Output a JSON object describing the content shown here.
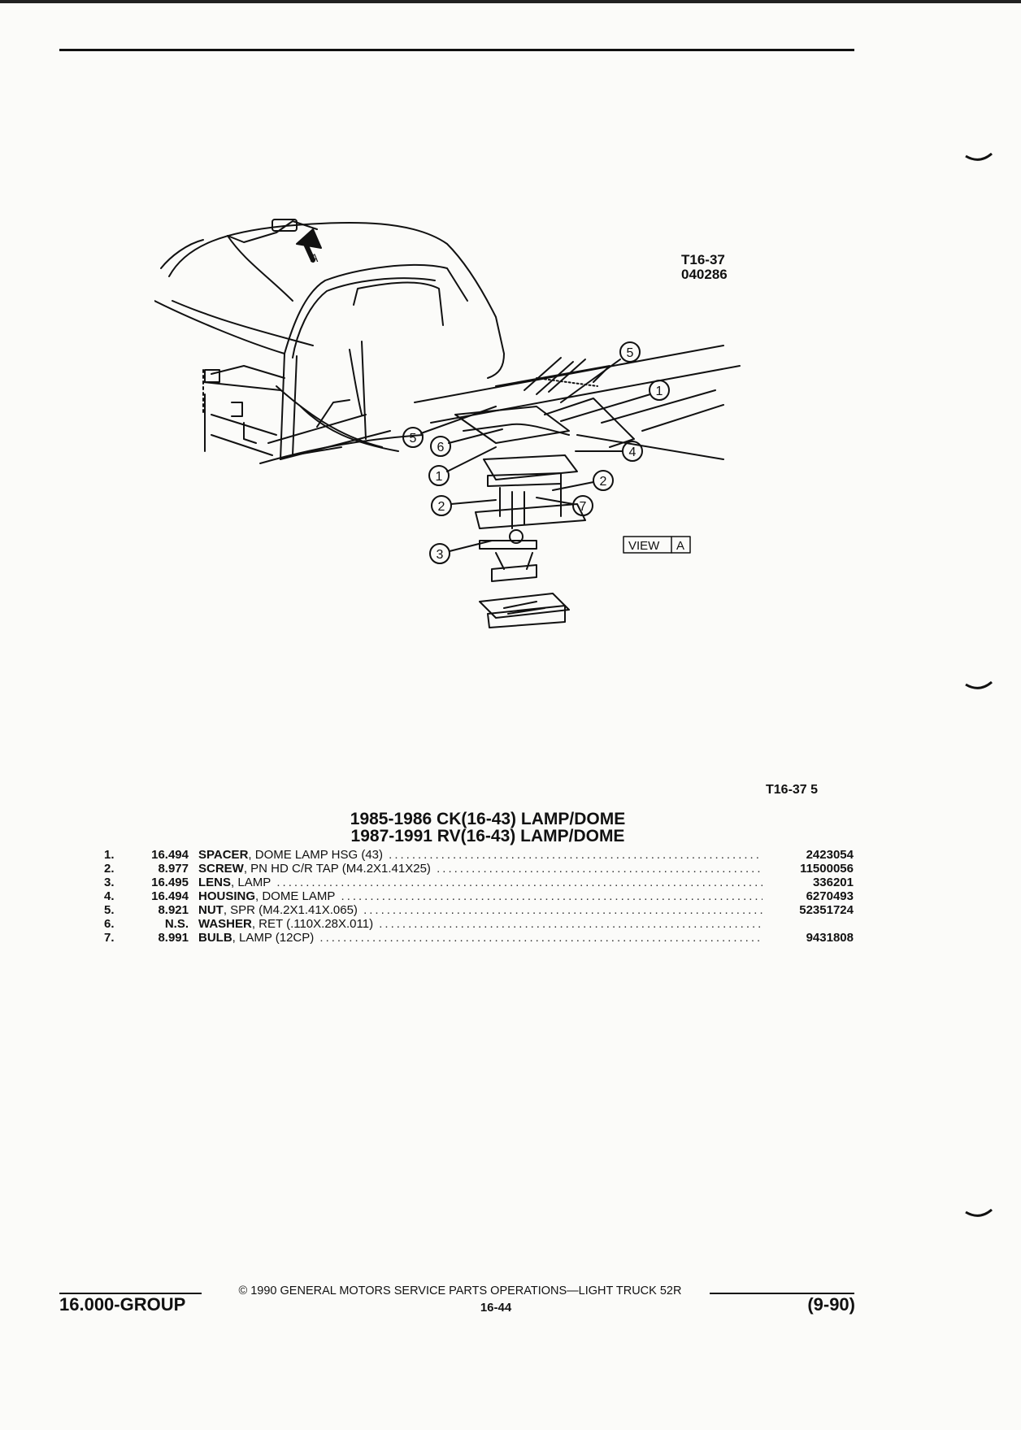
{
  "figure": {
    "code_line1": "T16-37",
    "code_line2": "040286",
    "view_label": "VIEW",
    "view_letter": "A",
    "arrow_letter": "A",
    "callouts": [
      "5",
      "1",
      "5",
      "6",
      "4",
      "1",
      "2",
      "2",
      "7",
      "3"
    ]
  },
  "right_ref": "T16-37  5",
  "titles": {
    "line1": "1985-1986 CK(16-43) LAMP/DOME",
    "line2": "1987-1991 RV(16-43) LAMP/DOME"
  },
  "parts": [
    {
      "num": "1.",
      "group": "16.494",
      "name": "SPACER",
      "spec": ", DOME LAMP HSG (43)",
      "part_no": "2423054"
    },
    {
      "num": "2.",
      "group": "8.977",
      "name": "SCREW",
      "spec": ", PN HD C/R TAP (M4.2X1.41X25)",
      "part_no": "11500056"
    },
    {
      "num": "3.",
      "group": "16.495",
      "name": "LENS",
      "spec": ", LAMP",
      "part_no": "336201"
    },
    {
      "num": "4.",
      "group": "16.494",
      "name": "HOUSING",
      "spec": ", DOME LAMP",
      "part_no": "6270493"
    },
    {
      "num": "5.",
      "group": "8.921",
      "name": "NUT",
      "spec": ", SPR (M4.2X1.41X.065)",
      "part_no": "52351724"
    },
    {
      "num": "6.",
      "group": "N.S.",
      "name": "WASHER",
      "spec": ", RET (.110X.28X.011)",
      "part_no": ""
    },
    {
      "num": "7.",
      "group": "8.991",
      "name": "BULB",
      "spec": ", LAMP (12CP)",
      "part_no": "9431808"
    }
  ],
  "footer": {
    "copyright": "© 1990 GENERAL MOTORS SERVICE PARTS OPERATIONS—LIGHT TRUCK 52R",
    "group": "16.000-GROUP",
    "page": "16-44",
    "date": "(9-90)"
  }
}
